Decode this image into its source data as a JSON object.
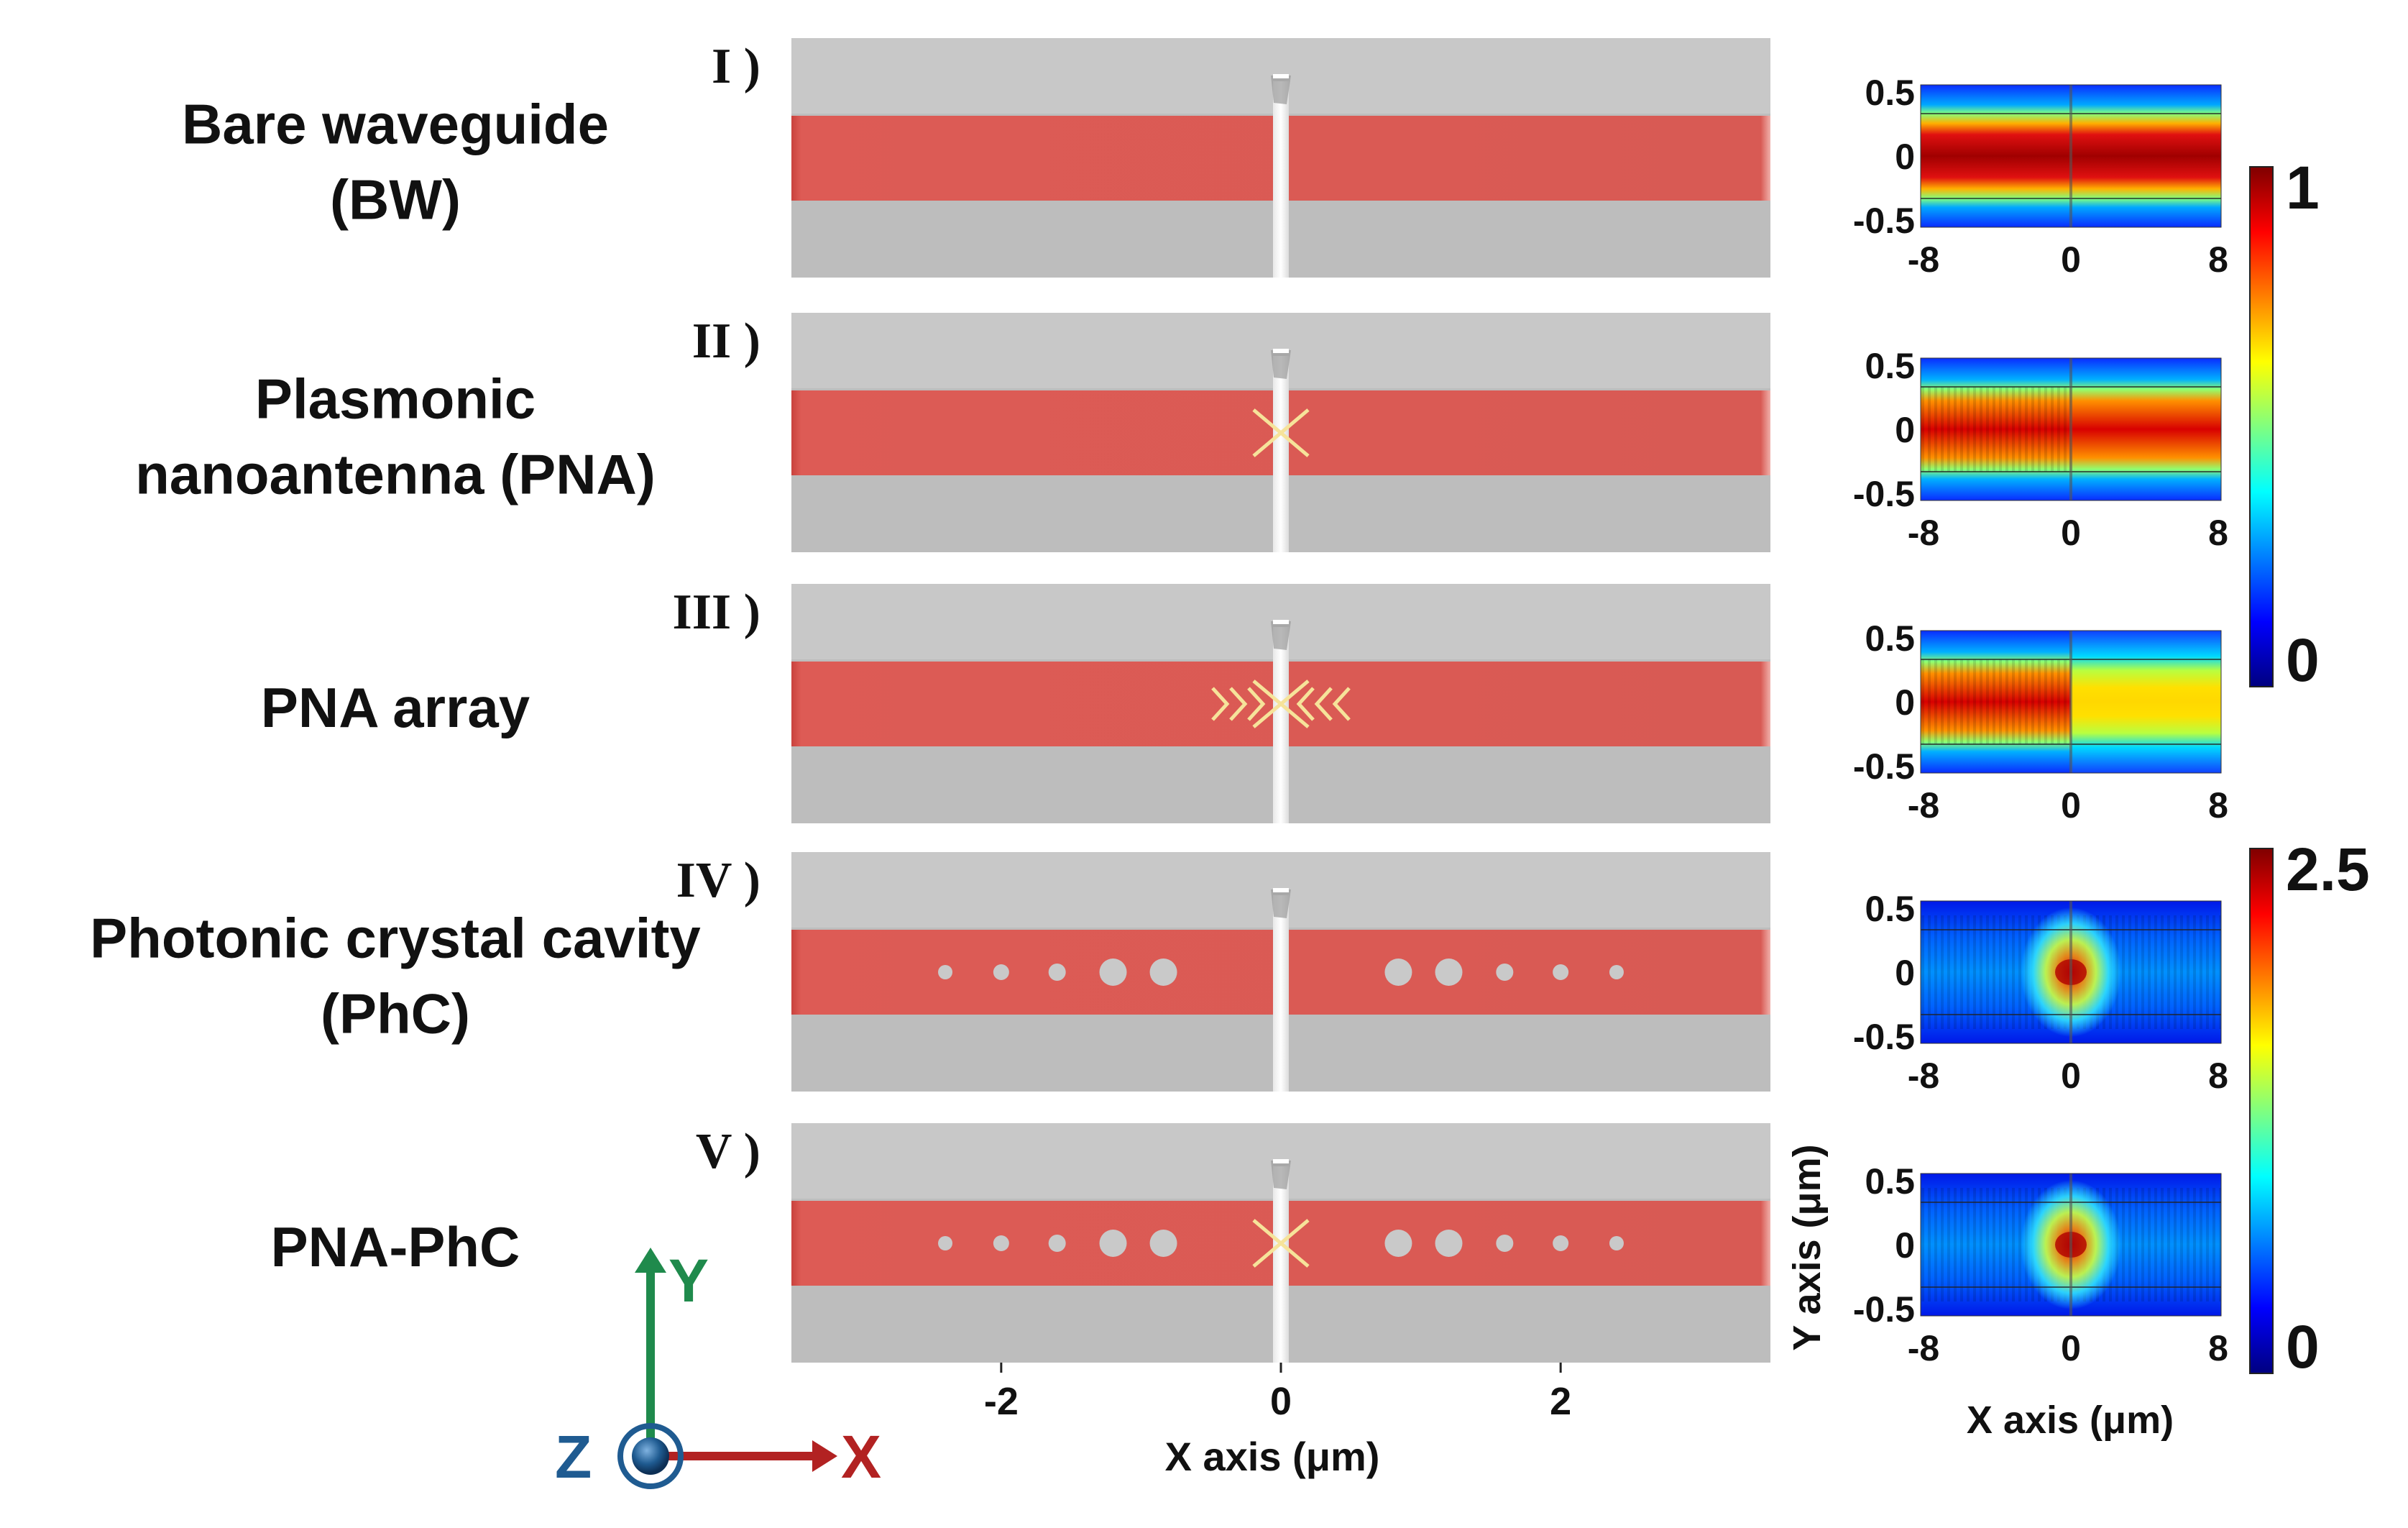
{
  "panels": [
    {
      "numeral": "I )",
      "label_lines": [
        "Bare waveguide",
        "(BW)"
      ],
      "antenna": "none",
      "holes": false,
      "field": "bw"
    },
    {
      "numeral": "II )",
      "label_lines": [
        "Plasmonic",
        "nanoantenna (PNA)"
      ],
      "antenna": "single",
      "holes": false,
      "field": "pna"
    },
    {
      "numeral": "III )",
      "label_lines": [
        "PNA array"
      ],
      "antenna": "array",
      "holes": false,
      "field": "array"
    },
    {
      "numeral": "IV )",
      "label_lines": [
        "Photonic crystal cavity",
        "(PhC)"
      ],
      "antenna": "none",
      "holes": true,
      "field": "phc"
    },
    {
      "numeral": "V )",
      "label_lines": [
        "PNA-PhC"
      ],
      "antenna": "single",
      "holes": true,
      "field": "pnaphc"
    }
  ],
  "structure_axis": {
    "ticks": [
      {
        "value": -2,
        "label": "-2"
      },
      {
        "value": 0,
        "label": "0"
      },
      {
        "value": 2,
        "label": "2"
      }
    ],
    "range": [
      -3.5,
      3.5
    ],
    "title": "X axis (μm)"
  },
  "field_maps": {
    "x_ticks": [
      "-8",
      "0",
      "8"
    ],
    "y_ticks": [
      "0.5",
      "0",
      "-0.5"
    ],
    "x_title": "X axis (μm)",
    "y_title": "Y axis (μm)"
  },
  "colorbars": [
    {
      "max_label": "1",
      "min_label": "0"
    },
    {
      "max_label": "2.5",
      "min_label": "0"
    }
  ],
  "coordinate_system": {
    "x": "X",
    "y": "Y",
    "z": "Z"
  },
  "colors": {
    "waveguide": "#dd5b55",
    "substrate": "#bdbdbd",
    "antenna": "#f6e39a",
    "x_arrow": "#b22222",
    "y_arrow": "#1f8a4c",
    "z_arrow": "#1f5b91"
  }
}
